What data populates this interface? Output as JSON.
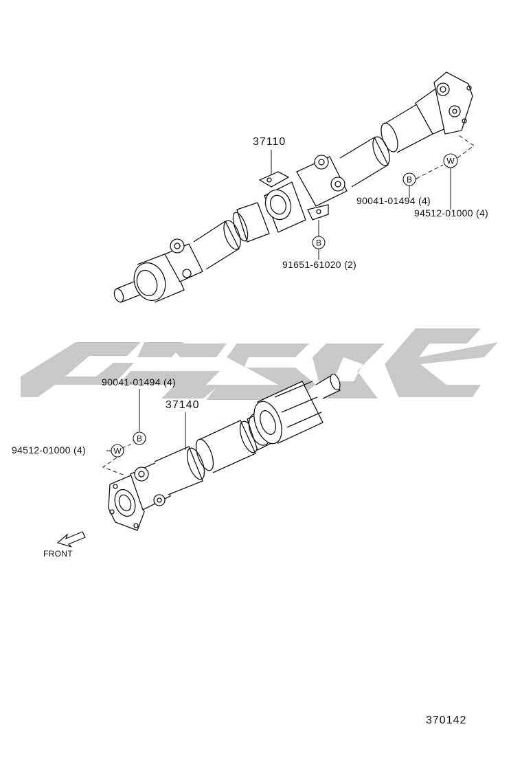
{
  "diagram": {
    "labels": {
      "part_37110": "37110",
      "bolt_upper": "90041-01494 (4)",
      "washer_upper": "94512-01000 (4)",
      "bolt_bearing": "91651-61020 (2)",
      "bolt_lower": "90041-01494 (4)",
      "part_37140": "37140",
      "washer_lower": "94512-01000 (4)",
      "front": "FRONT",
      "figure_number": "370142"
    },
    "symbols": {
      "bolt": "B",
      "washer": "W"
    },
    "watermark": {
      "color": "#c8c8c8"
    },
    "line_color": "#111111"
  }
}
